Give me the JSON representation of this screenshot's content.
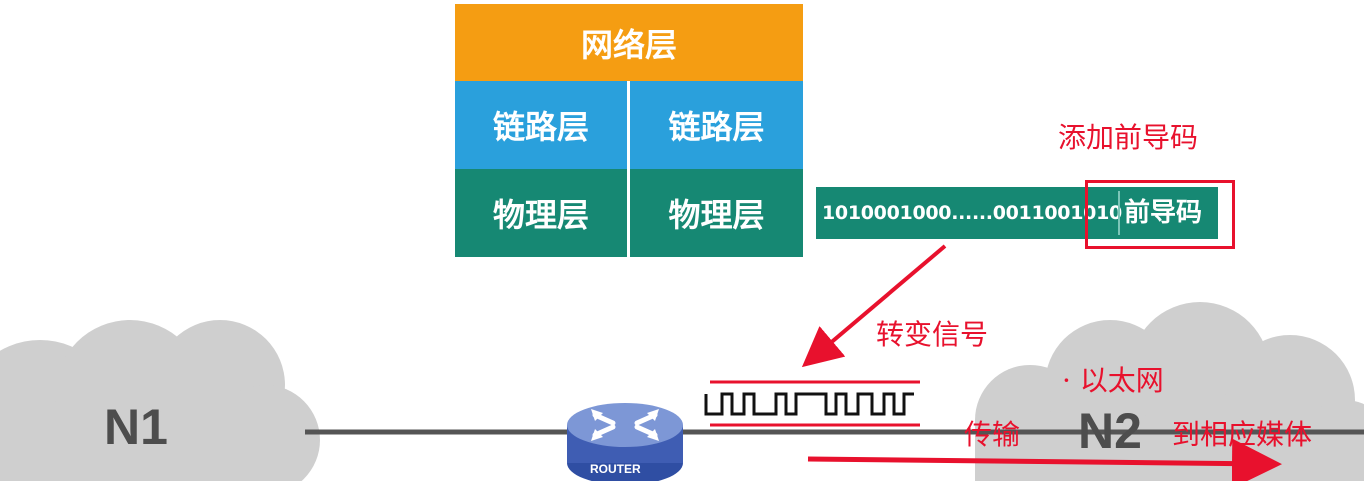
{
  "layers": {
    "network": "网络层",
    "link_left": "链路层",
    "link_right": "链路层",
    "physical_left": "物理层",
    "physical_right": "物理层"
  },
  "frame": {
    "bits": "1010001000......0011001010",
    "preamble": "前导码"
  },
  "annotations": {
    "add_preamble": "添加前导码",
    "convert_signal": "转变信号",
    "ethernet": "· 以太网",
    "transmit": "传输",
    "to_media": "到相应媒体"
  },
  "networks": {
    "n1": "N1",
    "n2": "N2"
  },
  "router": {
    "label": "ROUTER"
  },
  "colors": {
    "network_layer": "#f59d12",
    "link_layer": "#2aa0dc",
    "physical_layer": "#168873",
    "annotation_red": "#e8112d",
    "cloud_gray": "#cfcfcf",
    "router_blue": "#3f5db3"
  }
}
